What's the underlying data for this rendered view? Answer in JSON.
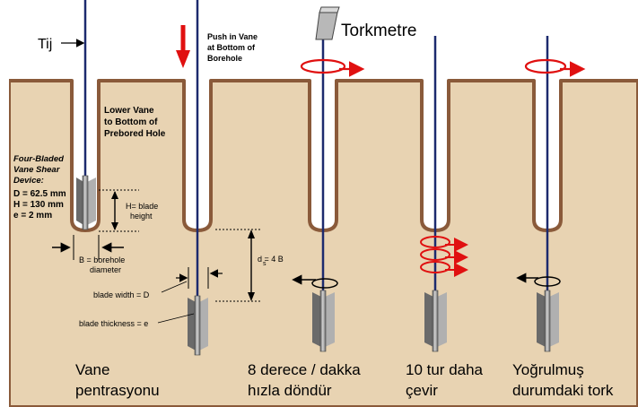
{
  "labels": {
    "tij": "Tij",
    "torkmetre": "Torkmetre",
    "push_line1": "Push in Vane",
    "push_line2": "at Bottom of",
    "push_line3": "Borehole",
    "lower_line1": "Lower Vane",
    "lower_line2": "to Bottom of",
    "lower_line3": "Prebored Hole",
    "device_line1": "Four-Bladed",
    "device_line2": "Vane Shear",
    "device_line3": "Device:",
    "device_d": "D = 62.5 mm",
    "device_h": "H = 130 mm",
    "device_e": "e = 2 mm",
    "h_blade_line1": "H= blade",
    "h_blade_line2": "height",
    "borehole_line1": "B = borehole",
    "borehole_line2": "diameter",
    "ds_label": "d   = 4 B",
    "ds_sub": "s",
    "blade_width": "blade  width = D",
    "blade_thickness": "blade thickness = e"
  },
  "captions": {
    "step1_line1": "Vane",
    "step1_line2": "pentrasyonu",
    "step2_line1": "8 derece / dakka",
    "step2_line2": "hızla döndür",
    "step3_line1": "10 tur daha",
    "step3_line2": "çevir",
    "step4_line1": "Yoğrulmuş",
    "step4_line2": "durumdaki tork"
  },
  "colors": {
    "soil": "#e8d3b2",
    "soil_edge": "#8a5a3a",
    "rod": "#1c2a6e",
    "arrow_red": "#e01010",
    "blade": "#9a9a9a"
  }
}
